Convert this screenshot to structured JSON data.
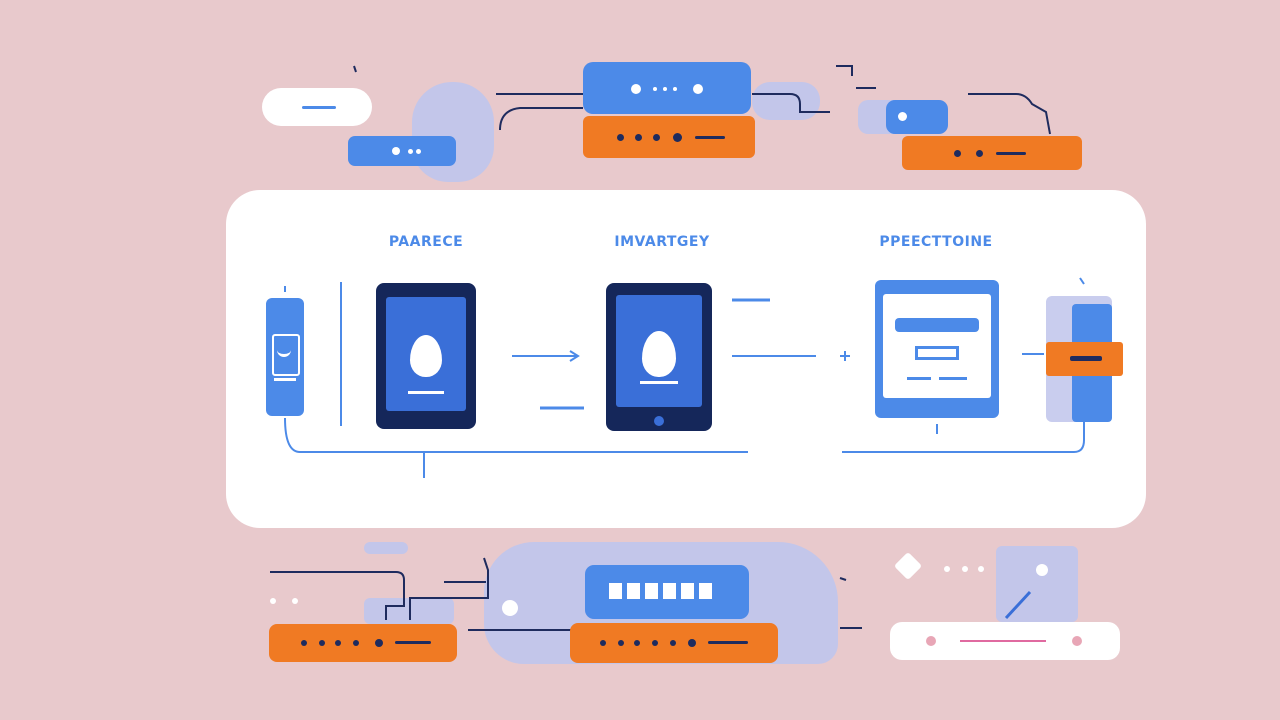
{
  "stages": [
    {
      "label": "PAARECE"
    },
    {
      "label": "IMVARTGEY"
    },
    {
      "label": "PPEECTTOINE"
    }
  ],
  "colors": {
    "background": "#e8c9cc",
    "panel": "#ffffff",
    "blue": "#4c8ae8",
    "navy": "#15275a",
    "orange": "#f07a23",
    "lavender": "#c3c6ea"
  }
}
